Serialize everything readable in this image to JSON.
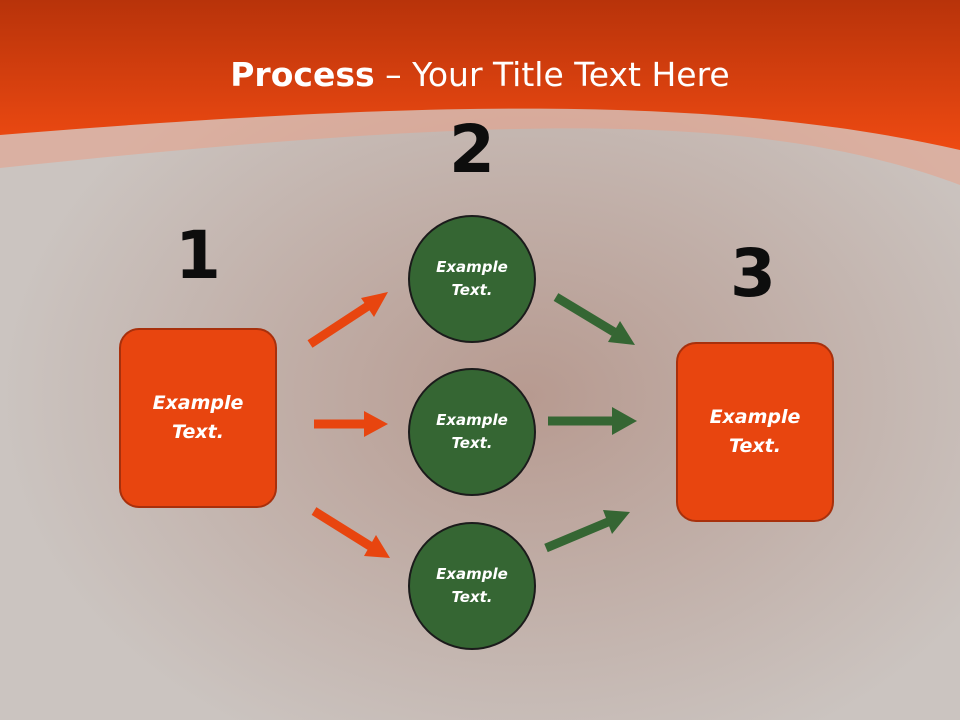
{
  "slide": {
    "title_bold": "Process",
    "title_rest": " – Your Title Text Here"
  },
  "steps": [
    {
      "number": "1",
      "label": "Example\nText."
    },
    {
      "number": "2",
      "label": "Example\nText."
    },
    {
      "number": "3",
      "label": "Example\nText."
    }
  ],
  "circles": [
    {
      "label": "Example\nText."
    },
    {
      "label": "Example\nText."
    },
    {
      "label": "Example\nText."
    }
  ],
  "colors": {
    "header": "#e8450f",
    "box": "#e8450f",
    "circle": "#356633",
    "arrow_orange": "#e8450f",
    "arrow_green": "#356633",
    "background": "#cbc4c0"
  }
}
